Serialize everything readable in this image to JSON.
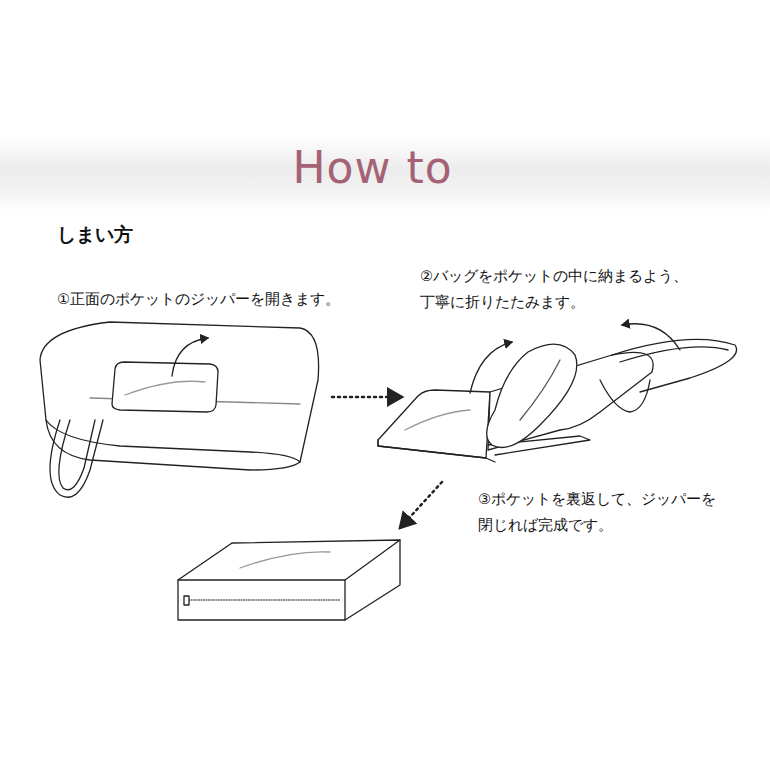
{
  "diagram": {
    "title": "How to",
    "labels": [
      "しまい方",
      "①正面のポケットのジッパーを開きます。",
      "②バッグをポケットの中に納まるよう、 丁寧に折りたたみます。",
      "③ポケットを裏返して、ジッパーを 閉じれば完成です。"
    ]
  }
}
